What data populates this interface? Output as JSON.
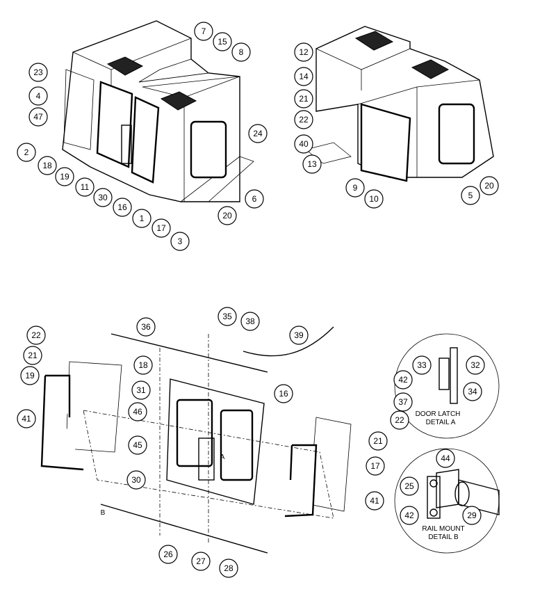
{
  "drawing": {
    "title": "Enclosure Assembly Exploded View",
    "assembled_view_left": [
      "7",
      "15",
      "8",
      "23",
      "4",
      "47",
      "24",
      "2",
      "18",
      "19",
      "11",
      "30",
      "16",
      "1",
      "17",
      "3",
      "20",
      "6"
    ],
    "assembled_view_right": [
      "12",
      "14",
      "21",
      "22",
      "40",
      "13",
      "9",
      "10",
      "5",
      "20"
    ],
    "exploded_view": [
      "35",
      "38",
      "36",
      "39",
      "22",
      "21",
      "19",
      "18",
      "31",
      "16",
      "42",
      "37",
      "22",
      "41",
      "46",
      "45",
      "30",
      "21",
      "17",
      "41",
      "26",
      "27",
      "28"
    ],
    "detail_a": {
      "balloons": [
        "33",
        "32",
        "34"
      ],
      "caption_line1": "DOOR LATCH",
      "caption_line2": "DETAIL A"
    },
    "detail_b": {
      "balloons": [
        "44",
        "25",
        "42",
        "29"
      ],
      "caption_line1": "RAIL MOUNT",
      "caption_line2": "DETAIL B"
    },
    "view_markers": [
      "A",
      "B"
    ]
  }
}
